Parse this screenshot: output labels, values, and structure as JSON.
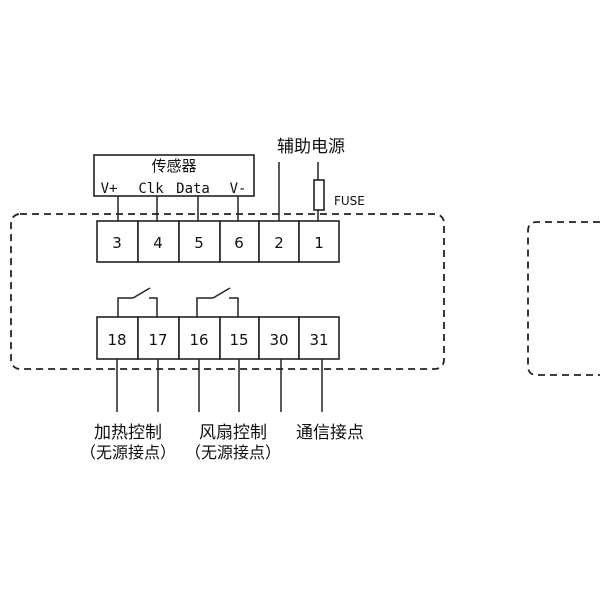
{
  "sensor": {
    "title": "传感器",
    "pins": [
      "V+",
      "Clk",
      "Data",
      "V-"
    ]
  },
  "aux_power": {
    "label": "辅助电源"
  },
  "fuse": {
    "label": "FUSE"
  },
  "top_terminals": [
    "3",
    "4",
    "5",
    "6",
    "2",
    "1"
  ],
  "bottom_terminals": [
    "18",
    "17",
    "16",
    "15",
    "30",
    "31"
  ],
  "labels": {
    "heating": "加热控制",
    "heating_sub": "（无源接点）",
    "fan": "风扇控制",
    "fan_sub": "（无源接点）",
    "comm": "通信接点"
  }
}
